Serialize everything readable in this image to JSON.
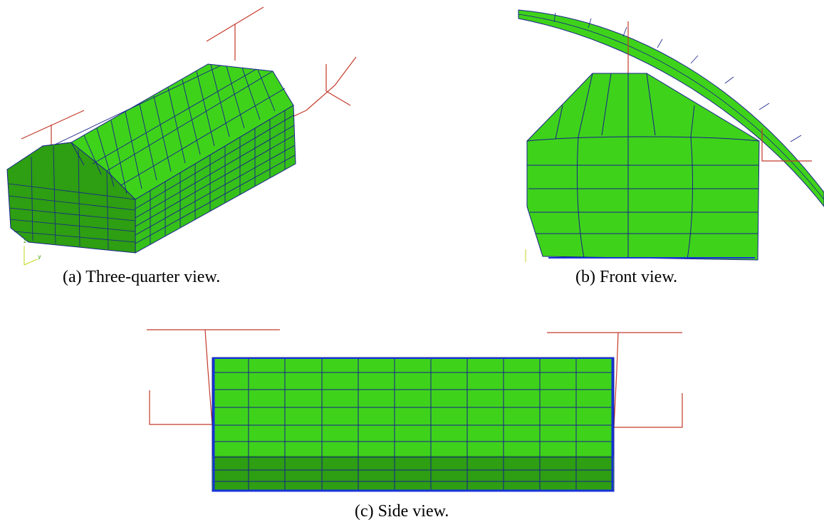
{
  "figure": {
    "captions": {
      "a": "(a) Three-quarter view.",
      "b": "(b) Front view.",
      "c": "(c) Side view."
    },
    "axis_labels": {
      "z": "z",
      "y": "y"
    }
  },
  "colors": {
    "mesh_fill": "#3fd21b",
    "mesh_fill_dark": "#2e9e12",
    "mesh_lines": "#17208c",
    "mesh_edge_blue": "#1633d8",
    "support_frame": "#c23a2a"
  }
}
